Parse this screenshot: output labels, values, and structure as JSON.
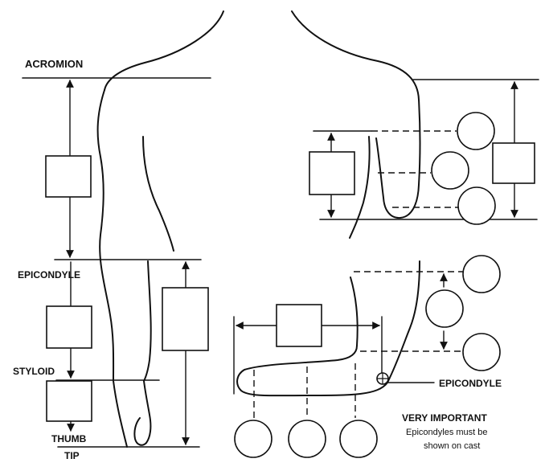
{
  "labels": {
    "acromion": "ACROMION",
    "epicondyle_left": "EPICONDYLE",
    "styloid": "STYLOID",
    "thumb": "THUMB",
    "tip": "TIP",
    "epicondyle_right": "EPICONDYLE"
  },
  "note": {
    "title": "VERY IMPORTANT",
    "line1": "Epicondyles must be",
    "line2": "shown on cast"
  },
  "colors": {
    "ink": "#111111",
    "paper": "#ffffff"
  }
}
